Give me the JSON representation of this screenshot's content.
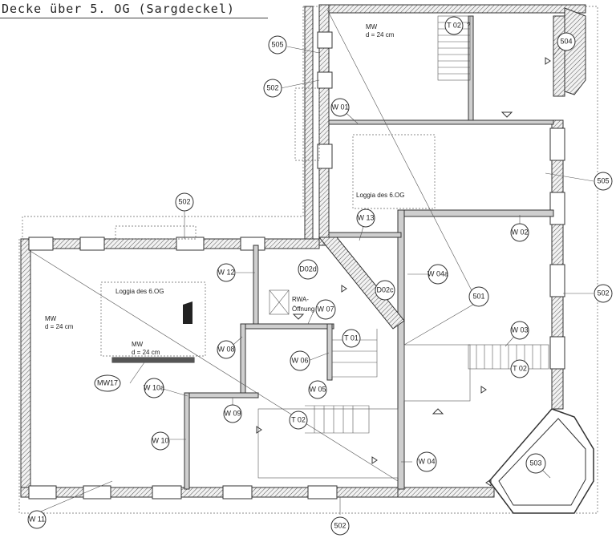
{
  "title": "Decke über 5. OG (Sargdeckel)",
  "material": {
    "mw": "MW",
    "thickness": "d = 24 cm"
  },
  "room_labels": {
    "loggia_top": "Loggia des 6.OG",
    "loggia_left": "Loggia des 6.OG",
    "rwa": "RWA-",
    "rwa2": "Öffnung",
    "question": "?"
  },
  "tags": {
    "t505a": "505",
    "t502a": "502",
    "t504": "504",
    "t505b": "505",
    "t502b": "502",
    "t502c": "502",
    "t502d": "502",
    "t501": "501",
    "t503": "503",
    "w01": "W 01",
    "w02": "W 02",
    "w03": "W 03",
    "w04": "W 04",
    "w04a": "W 04a",
    "w05": "W 05",
    "w06": "W 06",
    "w07": "W 07",
    "w08": "W 08",
    "w09": "W 09",
    "w10": "W 10",
    "w10a": "W 10a",
    "w11": "W 11",
    "w12": "W 12",
    "w13": "W 13",
    "d02d": "D02d",
    "d02c": "D02c",
    "t01": "T 01",
    "t02a": "T 02",
    "t02b": "T 02",
    "t02c": "T 02",
    "mw17": "MW17"
  },
  "colors": {
    "ink": "#333333",
    "hatch": "#cfcfcf",
    "paper": "#ffffff"
  }
}
